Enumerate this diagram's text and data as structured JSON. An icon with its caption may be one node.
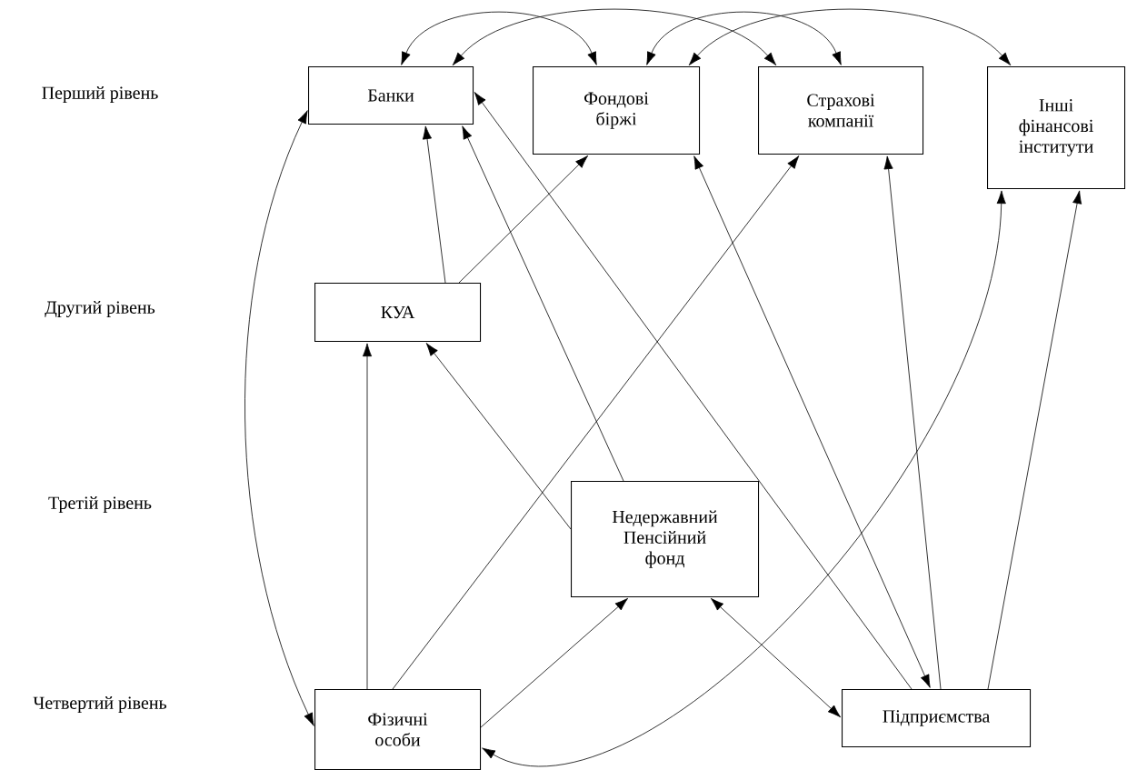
{
  "diagram": {
    "nodes": [
      {
        "text": [
          "Банки"
        ]
      },
      {
        "text": [
          "Фондові біржі"
        ]
      },
      {
        "text": [
          "Страхові компанії"
        ]
      },
      {
        "text": [
          "Інші фінансові інститути"
        ]
      },
      {
        "text": [
          "КУА"
        ]
      },
      {
        "text": [
          "Недержавний Пенсійний фонд"
        ]
      },
      {
        "text": [
          "Фізичні особи"
        ]
      },
      {
        "text": [
          "Підприємства"
        ]
      }
    ],
    "edges": [
      {
        "from": 0,
        "to": 1,
        "arrow": "both"
      },
      {
        "from": 0,
        "to": 2,
        "arrow": "both"
      },
      {
        "from": 1,
        "to": 2,
        "arrow": "both"
      },
      {
        "from": 1,
        "to": 3,
        "arrow": "both"
      },
      {
        "from": 0,
        "to": 6,
        "arrow": "both"
      },
      {
        "from": 4,
        "to": 0,
        "arrow": "to"
      },
      {
        "from": 4,
        "to": 1,
        "arrow": "to"
      },
      {
        "from": 6,
        "to": 4,
        "arrow": "to"
      },
      {
        "from": 5,
        "to": 4,
        "arrow": "to"
      },
      {
        "from": 5,
        "to": 0,
        "arrow": "to"
      },
      {
        "from": 6,
        "to": 2,
        "arrow": "to"
      },
      {
        "from": 6,
        "to": 5,
        "arrow": "to"
      },
      {
        "from": 5,
        "to": 7,
        "arrow": "both"
      },
      {
        "from": 7,
        "to": 0,
        "arrow": "to"
      },
      {
        "from": 1,
        "to": 7,
        "arrow": "both"
      },
      {
        "from": 7,
        "to": 2,
        "arrow": "to"
      },
      {
        "from": 7,
        "to": 3,
        "arrow": "to"
      },
      {
        "from": 3,
        "to": 6,
        "arrow": "both"
      }
    ],
    "labels": [
      "Перший рівень",
      "Другий рівень",
      "Третій рівень",
      "Четвертий рівень"
    ]
  }
}
